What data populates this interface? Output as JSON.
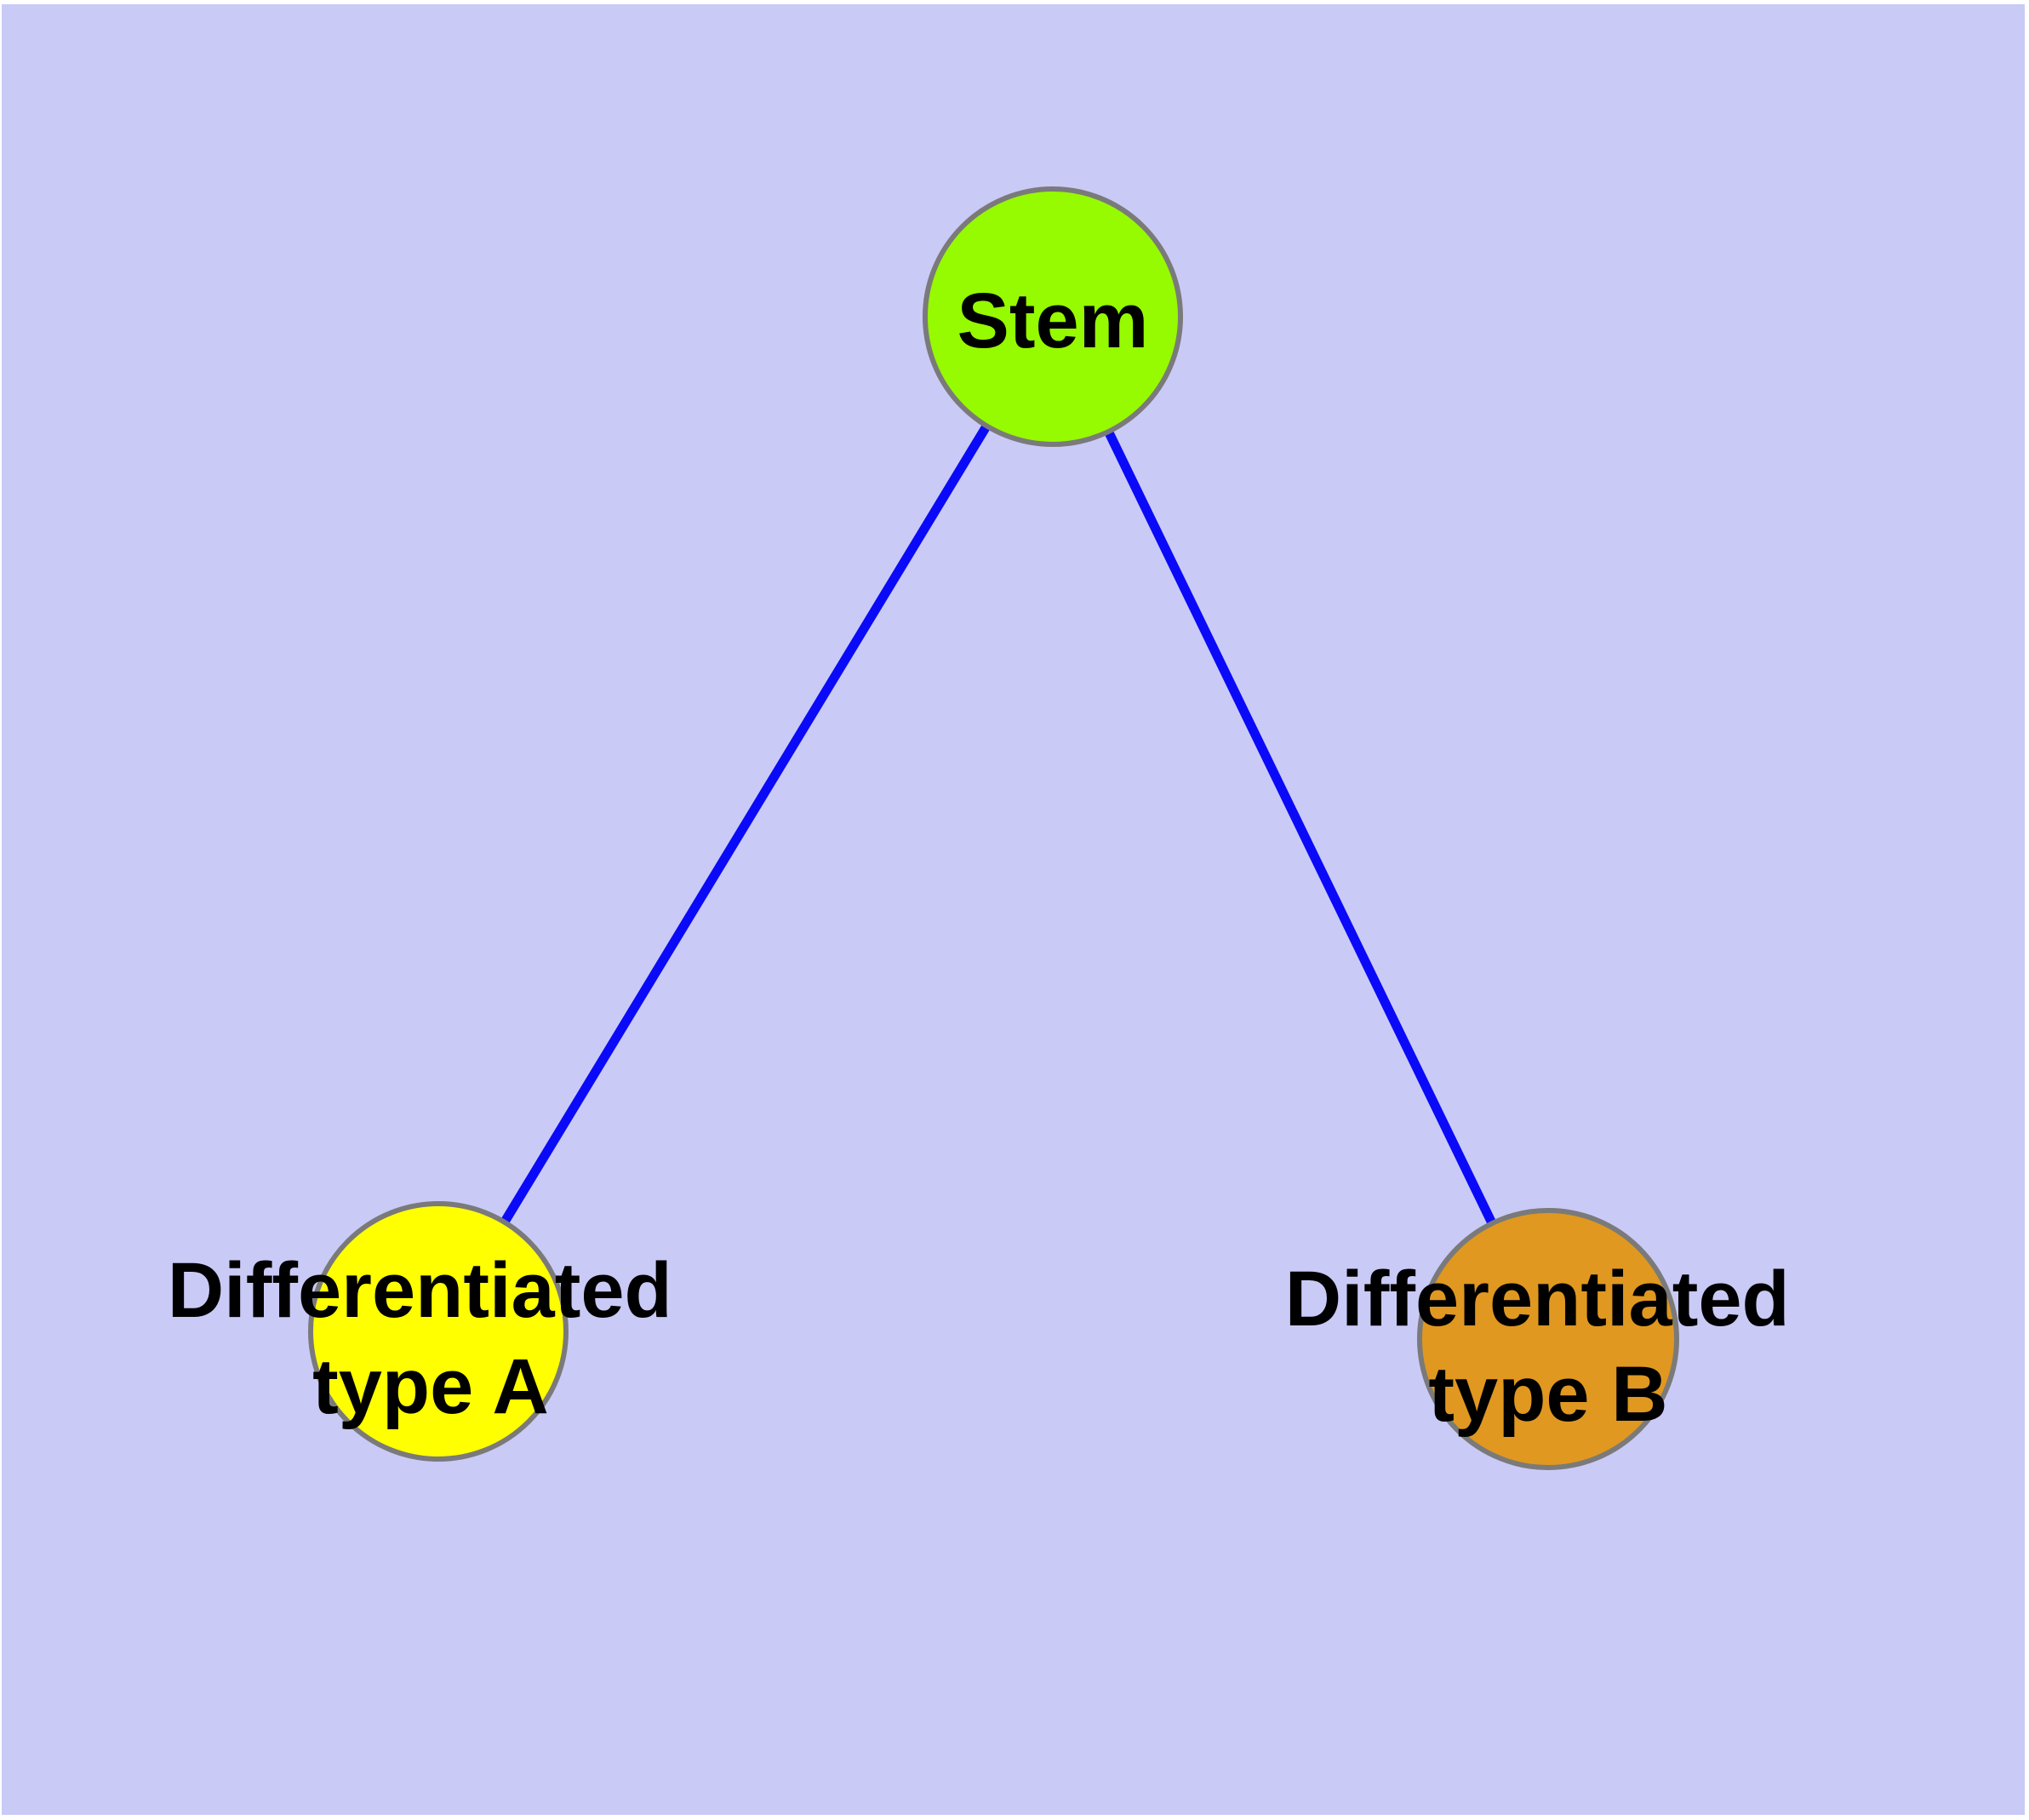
{
  "diagram": {
    "type": "node-link-graph",
    "background_color": "#CACAF7",
    "frame_color": "#FFFFFF",
    "edge_color": "#0A0AF8",
    "node_border_color": "#7A7A7A",
    "label_color": "#000000",
    "nodes": {
      "stem": {
        "label": "Stem",
        "fill": "#96FA00"
      },
      "type_a": {
        "label_line1": "Differentiated",
        "label_line2": "type A",
        "fill": "#FFFF00"
      },
      "type_b": {
        "label_line1": "Differentiated",
        "label_line2": "type B",
        "fill": "#E09820"
      }
    },
    "edges": [
      {
        "from": "stem",
        "to": "type_a"
      },
      {
        "from": "stem",
        "to": "type_b"
      }
    ]
  }
}
